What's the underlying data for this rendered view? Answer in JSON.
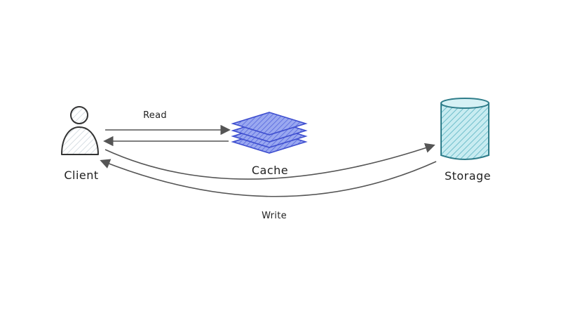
{
  "diagram": {
    "nodes": {
      "client": {
        "label": "Client",
        "icon": "person-icon",
        "fill": "#e9eef2",
        "stroke": "#333333"
      },
      "cache": {
        "label": "Cache",
        "icon": "layered-stack-icon",
        "fill": "#8c9bea",
        "stroke": "#3f4fcf"
      },
      "storage": {
        "label": "Storage",
        "icon": "database-cylinder-icon",
        "fill": "#a9dde6",
        "stroke": "#2f7d8a"
      }
    },
    "edges": {
      "read": {
        "label": "Read",
        "from": "Client",
        "to": "Cache"
      },
      "cache_return": {
        "label": "",
        "from": "Cache",
        "to": "Client"
      },
      "client_to_storage": {
        "label": "",
        "from": "Client",
        "to": "Storage"
      },
      "write": {
        "label": "Write",
        "from": "Storage",
        "to": "Client"
      }
    },
    "colors": {
      "arrow": "#555555",
      "hatch_client": "#c9d3da",
      "hatch_cache": "#5566dd",
      "hatch_storage": "#5bb3c2"
    }
  }
}
